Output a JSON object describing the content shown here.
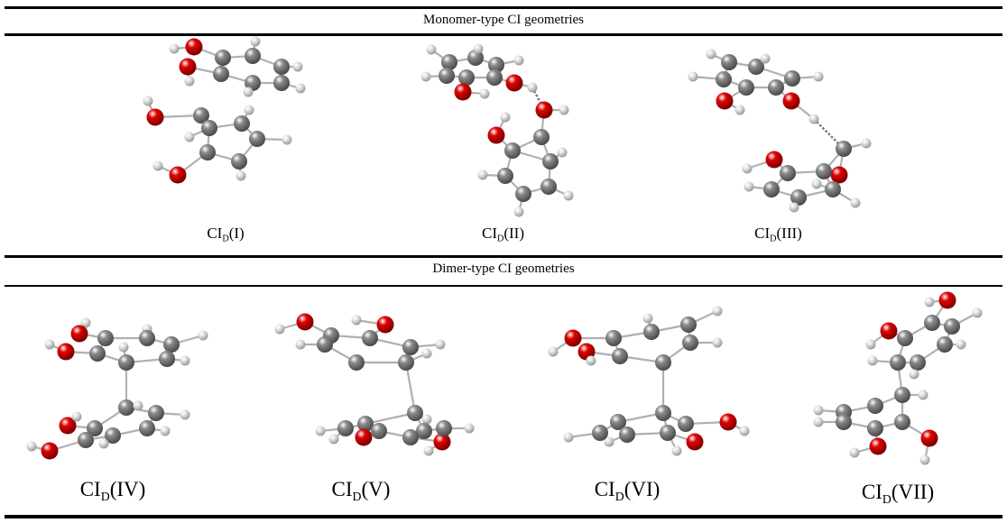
{
  "table": {
    "sections": [
      {
        "title": "Monomer-type CI geometries",
        "panels": [
          {
            "label_main": "CI",
            "label_sub": "D",
            "label_suffix": "(I)"
          },
          {
            "label_main": "CI",
            "label_sub": "D",
            "label_suffix": "(II)"
          },
          {
            "label_main": "CI",
            "label_sub": "D",
            "label_suffix": "(III)"
          }
        ]
      },
      {
        "title": "Dimer-type CI geometries",
        "panels": [
          {
            "label_main": "CI",
            "label_sub": "D",
            "label_suffix": "(IV)"
          },
          {
            "label_main": "CI",
            "label_sub": "D",
            "label_suffix": "(V)"
          },
          {
            "label_main": "CI",
            "label_sub": "D",
            "label_suffix": "(VI)"
          },
          {
            "label_main": "CI",
            "label_sub": "D",
            "label_suffix": "(VII)"
          }
        ]
      }
    ]
  },
  "colors": {
    "carbon": "#8a8a8a",
    "oxygen": "#e00000",
    "hydrogen": "#e6e6e6",
    "bond": "#b0b0b0",
    "rule": "#000000"
  }
}
